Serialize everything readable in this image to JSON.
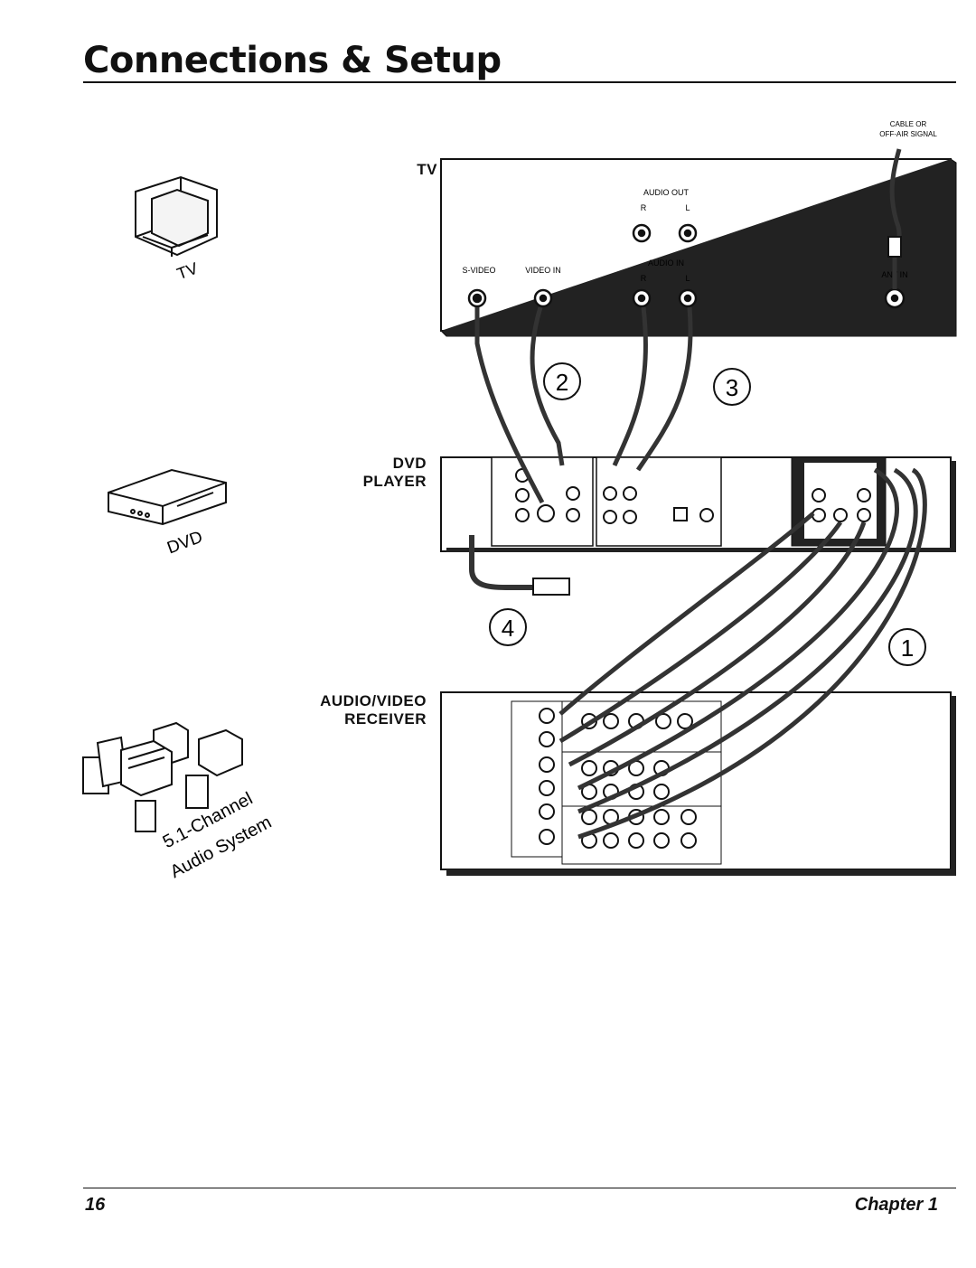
{
  "header": {
    "title": "Connections & Setup"
  },
  "footer": {
    "page_number": "16",
    "chapter": "Chapter 1"
  },
  "icons": {
    "tv_caption": "TV",
    "dvd_caption": "DVD",
    "audio_system_line1": "5.1-Channel",
    "audio_system_line2": "Audio System"
  },
  "tv_panel": {
    "label": "TV",
    "cable_label_line1": "CABLE OR",
    "cable_label_line2": "OFF-AIR SIGNAL",
    "audio_out": "AUDIO OUT",
    "audio_out_r": "R",
    "audio_out_l": "L",
    "audio_in": "AUDIO IN",
    "audio_in_r": "R",
    "audio_in_l": "L",
    "svideo": "S-VIDEO",
    "video_in": "VIDEO IN",
    "ant_in": "ANT IN"
  },
  "dvd_panel": {
    "label_line1": "DVD",
    "label_line2": "PLAYER"
  },
  "receiver_panel": {
    "label_line1": "AUDIO/VIDEO",
    "label_line2": "RECEIVER"
  },
  "step_numbers": [
    "2",
    "3",
    "4",
    "1"
  ],
  "colors": {
    "ink": "#111111",
    "panel_shade": "#222222",
    "cable": "#333333"
  }
}
